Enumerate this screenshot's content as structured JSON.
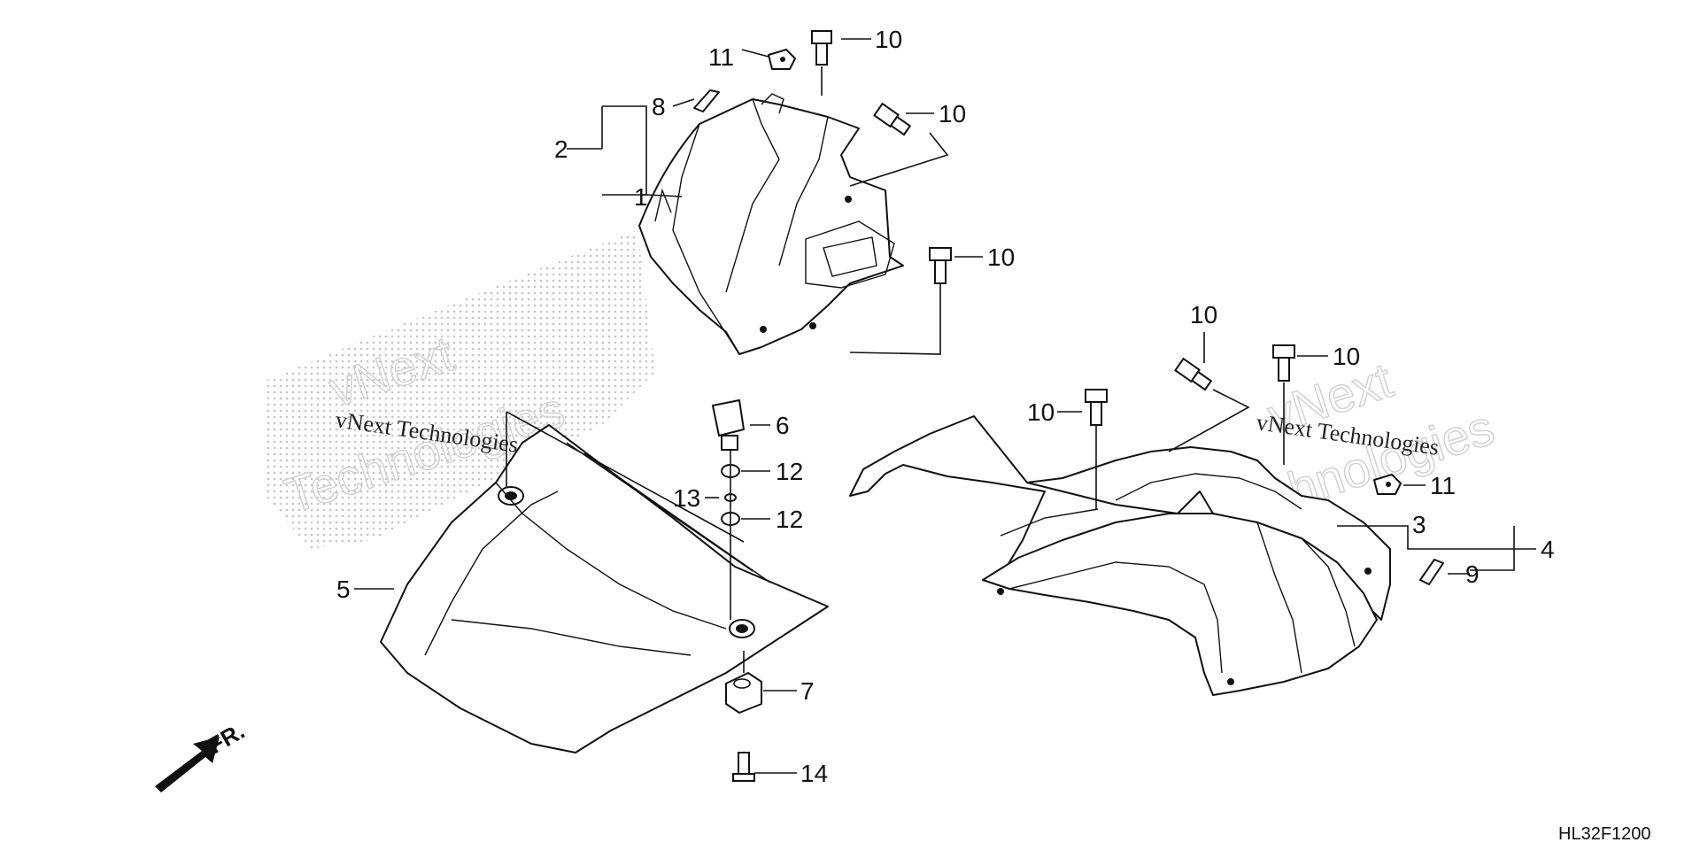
{
  "diagram": {
    "code": "HL32F1200",
    "direction_label": "FR.",
    "watermark_primary": "vNext",
    "watermark_secondary": "Technologies",
    "watermark_caption": "vNext Technologies",
    "callouts": {
      "c1": "1",
      "c2": "2",
      "c3": "3",
      "c4": "4",
      "c5": "5",
      "c6": "6",
      "c7": "7",
      "c8": "8",
      "c9": "9",
      "c10a": "10",
      "c10b": "10",
      "c10c": "10",
      "c10d": "10",
      "c10e": "10",
      "c10f": "10",
      "c11a": "11",
      "c11b": "11",
      "c12a": "12",
      "c12b": "12",
      "c13": "13",
      "c14": "14"
    }
  }
}
